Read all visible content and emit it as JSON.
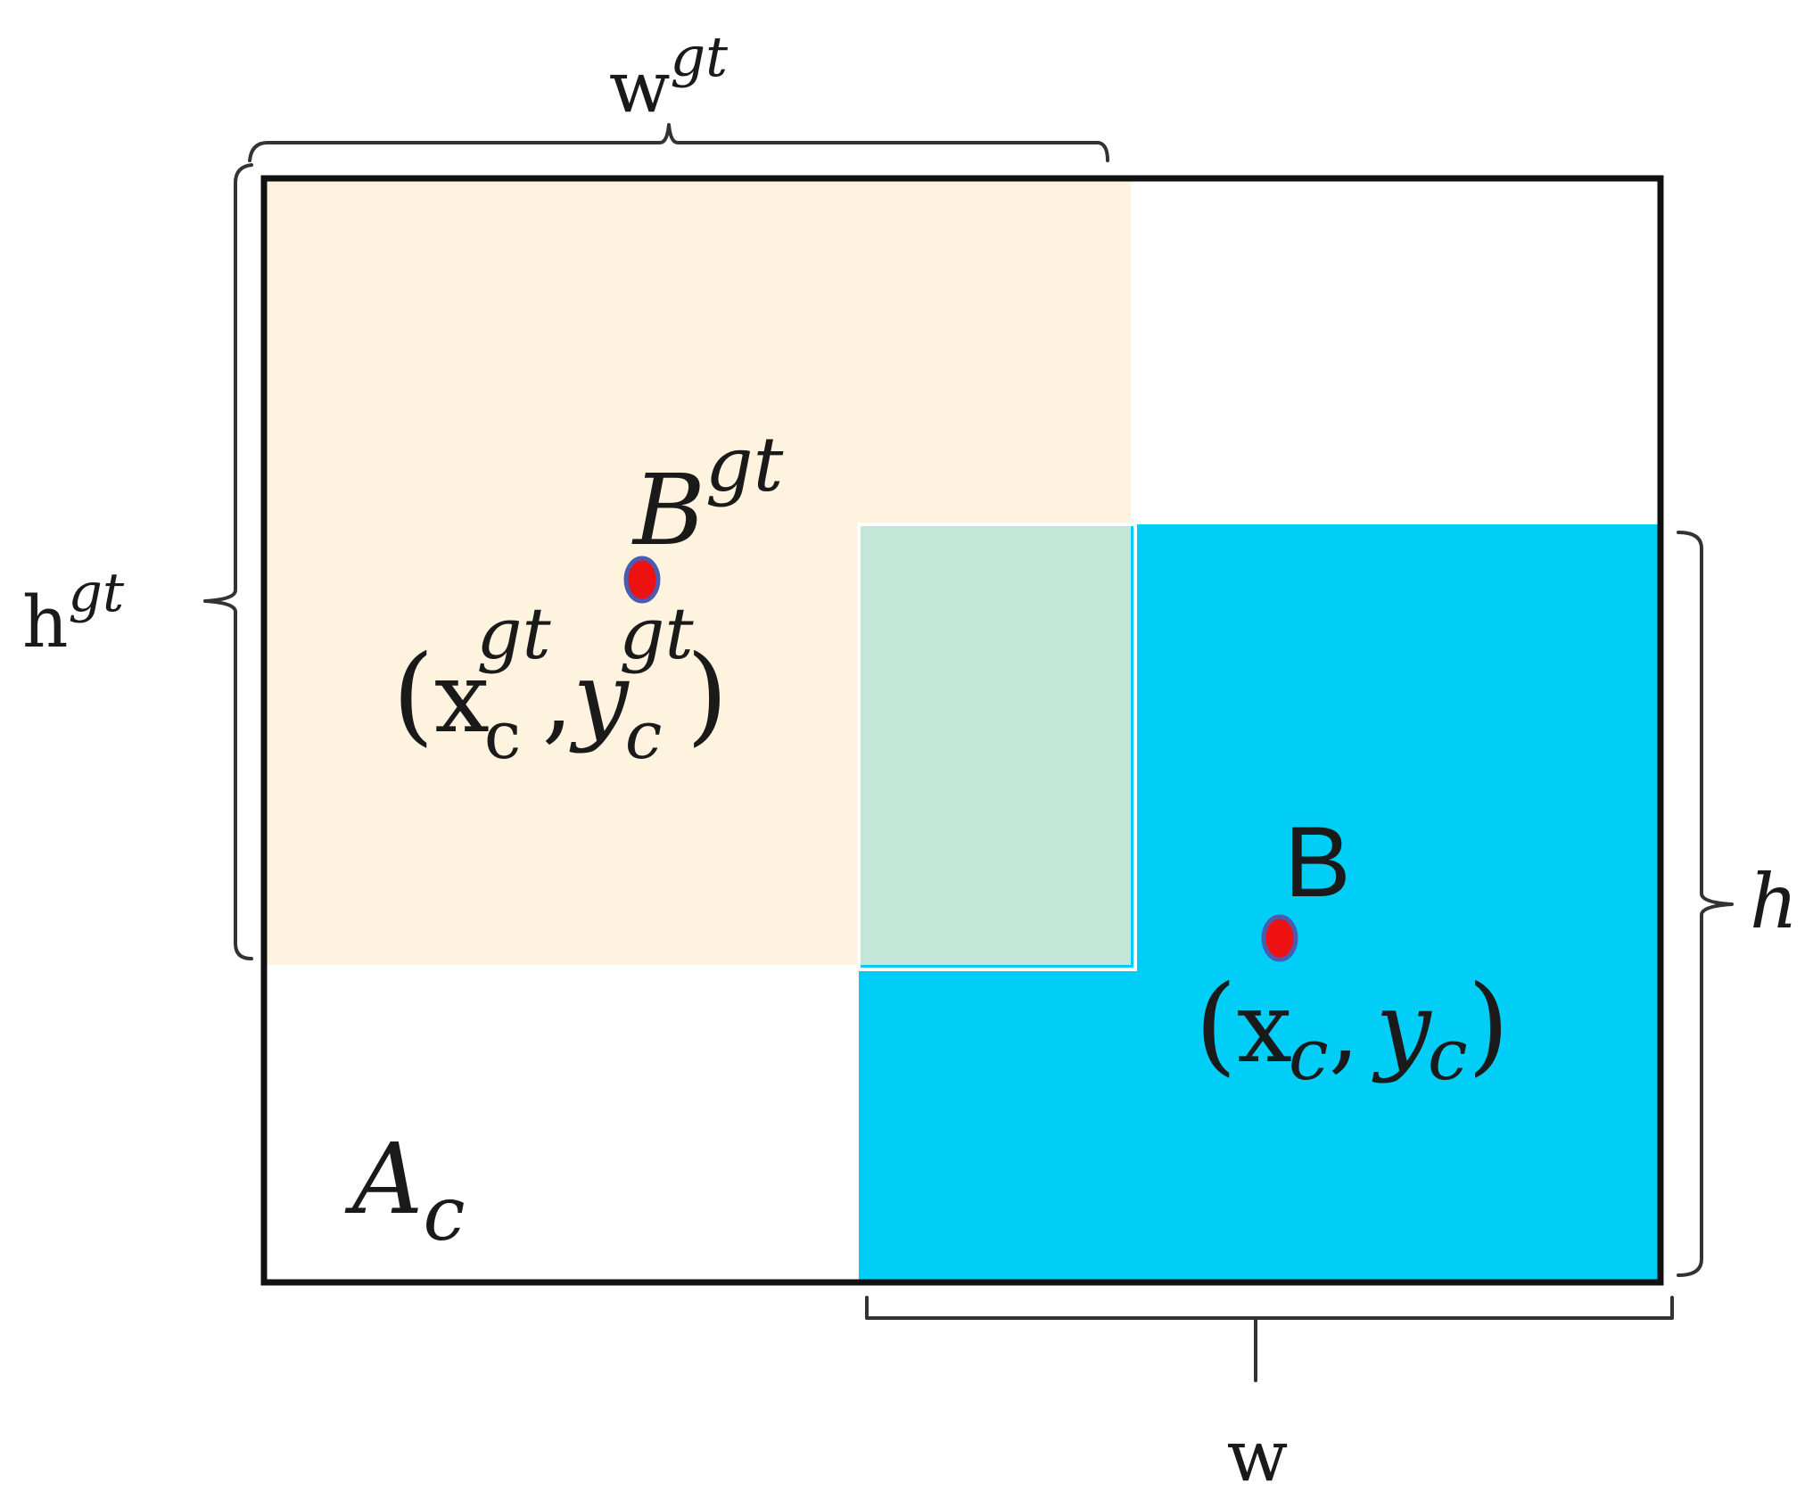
{
  "colors": {
    "ground_truth_fill": "#fdf3df",
    "prediction_fill": "#00cef7",
    "overlap_fill": "#c4e6d8",
    "center_point": "#ee1111",
    "center_point_outline": "#4a5bb0",
    "outline": "#111111"
  },
  "labels": {
    "w_gt": {
      "base": "w",
      "sup": "gt"
    },
    "h_gt": {
      "base": "h",
      "sup": "gt"
    },
    "w": {
      "base": "w"
    },
    "h": {
      "base": "h"
    },
    "B_gt": {
      "base": "B",
      "sup": "gt"
    },
    "B": {
      "base": "B"
    },
    "A_c": {
      "base": "A",
      "sub": "c"
    },
    "gt_center": {
      "open": "(",
      "x": "x",
      "x_sub": "c",
      "x_sup": "gt",
      "comma": ",",
      "y": "y",
      "y_sub": "c",
      "y_sup": "gt",
      "close": ")"
    },
    "pred_center": {
      "open": "(",
      "x": "x",
      "x_sub": "c",
      "comma": ",",
      "y": "y",
      "y_sub": "c",
      "close": ")"
    }
  }
}
